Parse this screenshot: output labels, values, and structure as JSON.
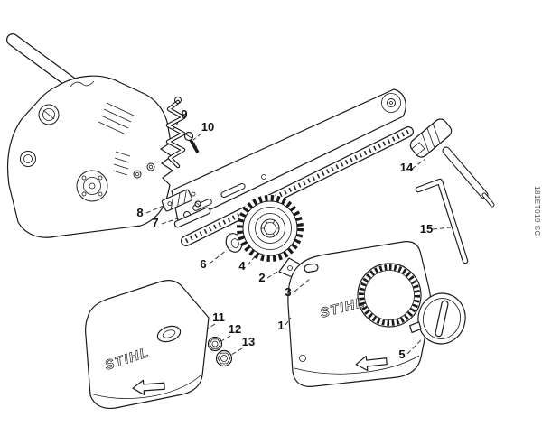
{
  "diagram": {
    "doc_code": "181ET019 SC",
    "brand_label": "STIHL",
    "callouts": [
      "1",
      "2",
      "3",
      "4",
      "5",
      "6",
      "7",
      "8",
      "9",
      "10",
      "11",
      "12",
      "13",
      "14",
      "15"
    ]
  }
}
